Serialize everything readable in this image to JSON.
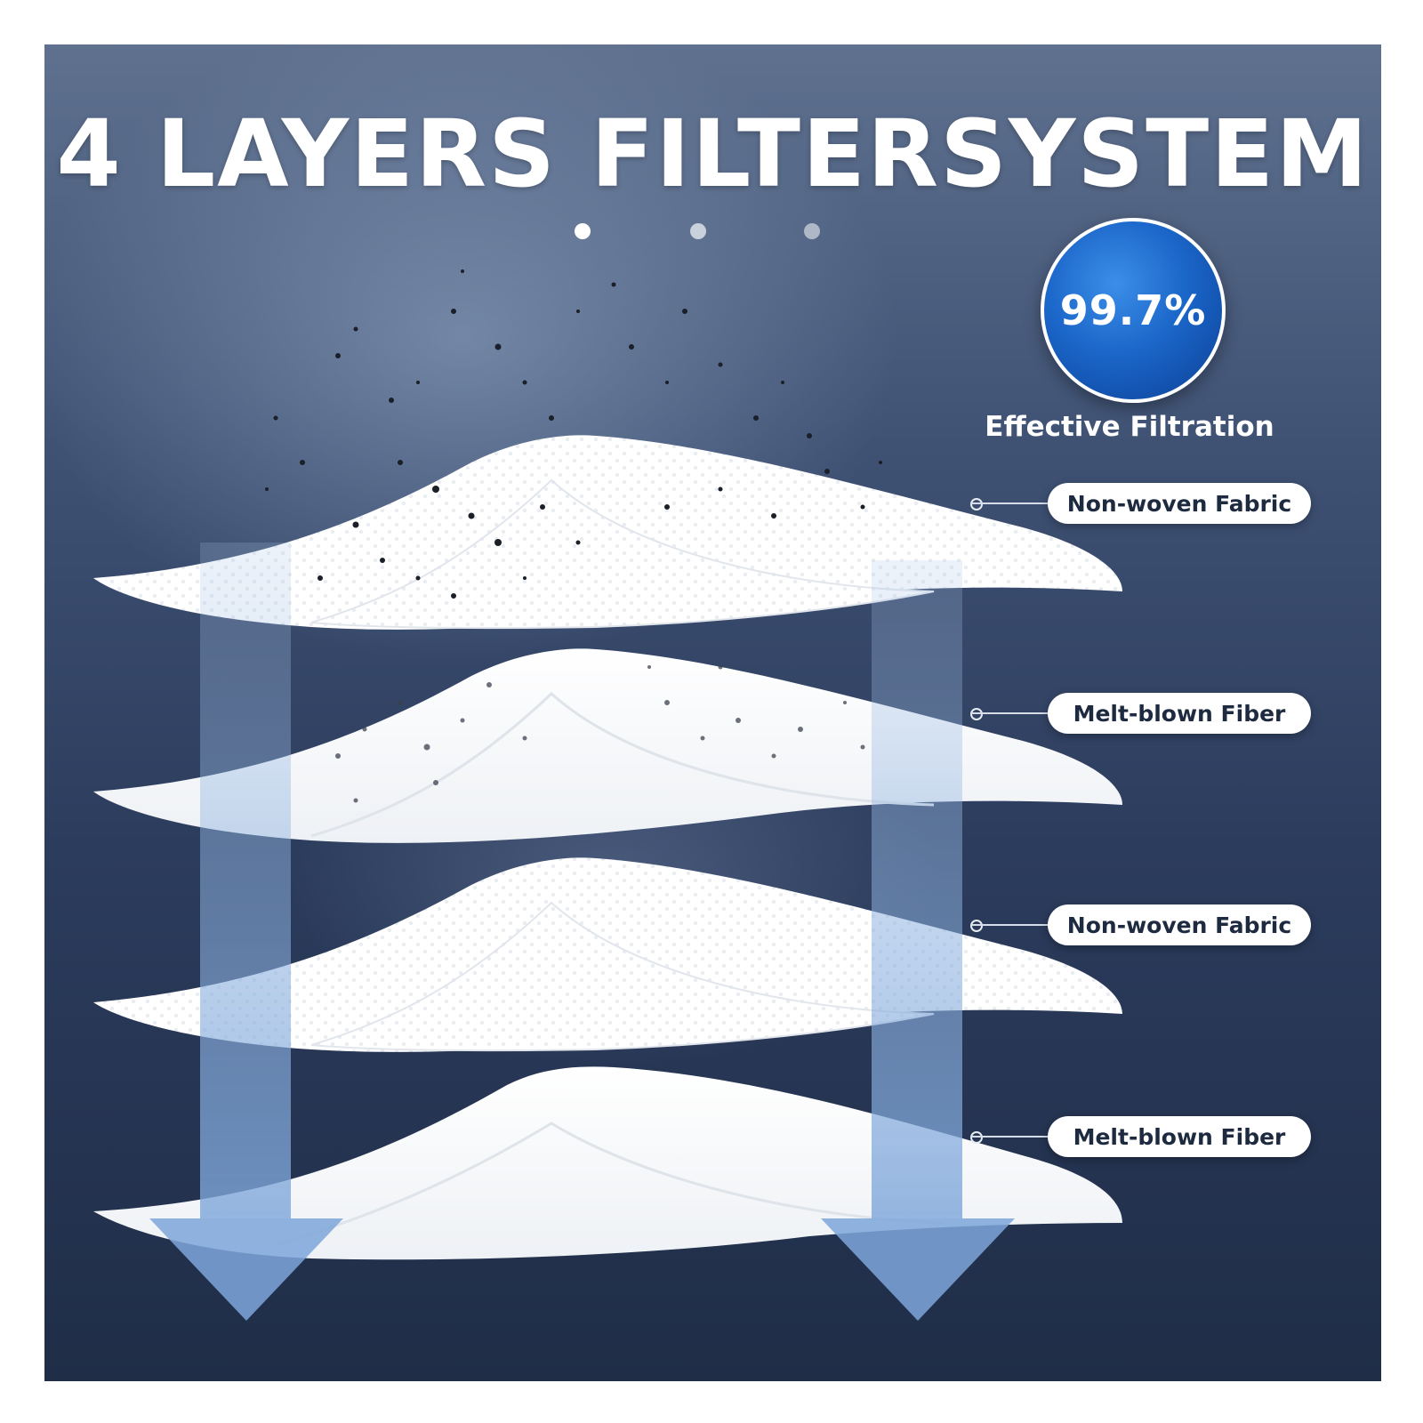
{
  "title": "4 LAYERS FILTERSYSTEM",
  "badge": {
    "value": "99.7%",
    "caption": "Effective Filtration"
  },
  "layers": [
    {
      "label": "Non-woven Fabric"
    },
    {
      "label": "Melt-blown Fiber"
    },
    {
      "label": "Non-woven Fabric"
    },
    {
      "label": "Melt-blown Fiber"
    }
  ],
  "colors": {
    "background_top": "#5f718f",
    "background_bottom": "#1f2d47",
    "badge_blue": "#1b66c9",
    "arrow_blue": "#8fb3e0",
    "layer_white": "#ffffff"
  }
}
